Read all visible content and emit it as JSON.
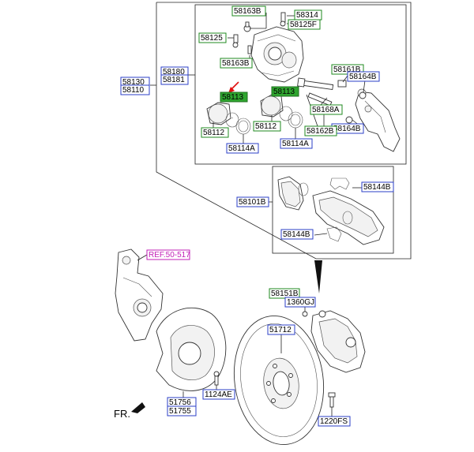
{
  "labels": {
    "l58163B_top": "58163B",
    "l58314": "58314",
    "l58125F": "58125F",
    "l58125": "58125",
    "l58163B": "58163B",
    "l58180": "58180",
    "l58181": "58181",
    "l58130": "58130",
    "l58110": "58110",
    "l58113_left": "58113",
    "l58113_right": "58113",
    "l58161B": "58161B",
    "l58164B_top": "58164B",
    "l58168A": "58168A",
    "l58164B_bot": "58164B",
    "l58162B": "58162B",
    "l58112_left": "58112",
    "l58112_right": "58112",
    "l58114A_left": "58114A",
    "l58114A_right": "58114A",
    "l58144B_top": "58144B",
    "l58101B": "58101B",
    "l58144B_bot": "58144B",
    "lREF": "REF.50-517",
    "l58151B": "58151B",
    "l1360GJ": "1360GJ",
    "l51712": "51712",
    "l1124AE": "1124AE",
    "l51756": "51756",
    "l51755": "51755",
    "l1220FS": "1220FS"
  },
  "direction": {
    "fr_label": "FR."
  },
  "colors": {
    "green_border": "#1f8a1f",
    "blue_border": "#2b3fc7",
    "magenta_text": "#c21fb7",
    "highlight_fill": "#2fa52f",
    "arrow_red": "#e01010"
  }
}
